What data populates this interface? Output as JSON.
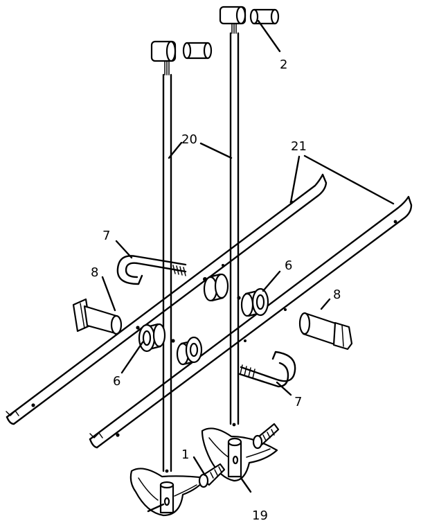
{
  "callouts": {
    "one": "1",
    "two": "2",
    "six_right": "6",
    "six_left": "6",
    "seven_top": "7",
    "seven_bottom": "7",
    "eight_left": "8",
    "eight_right": "8",
    "nineteen": "19",
    "twenty": "20",
    "twentyone": "21"
  }
}
